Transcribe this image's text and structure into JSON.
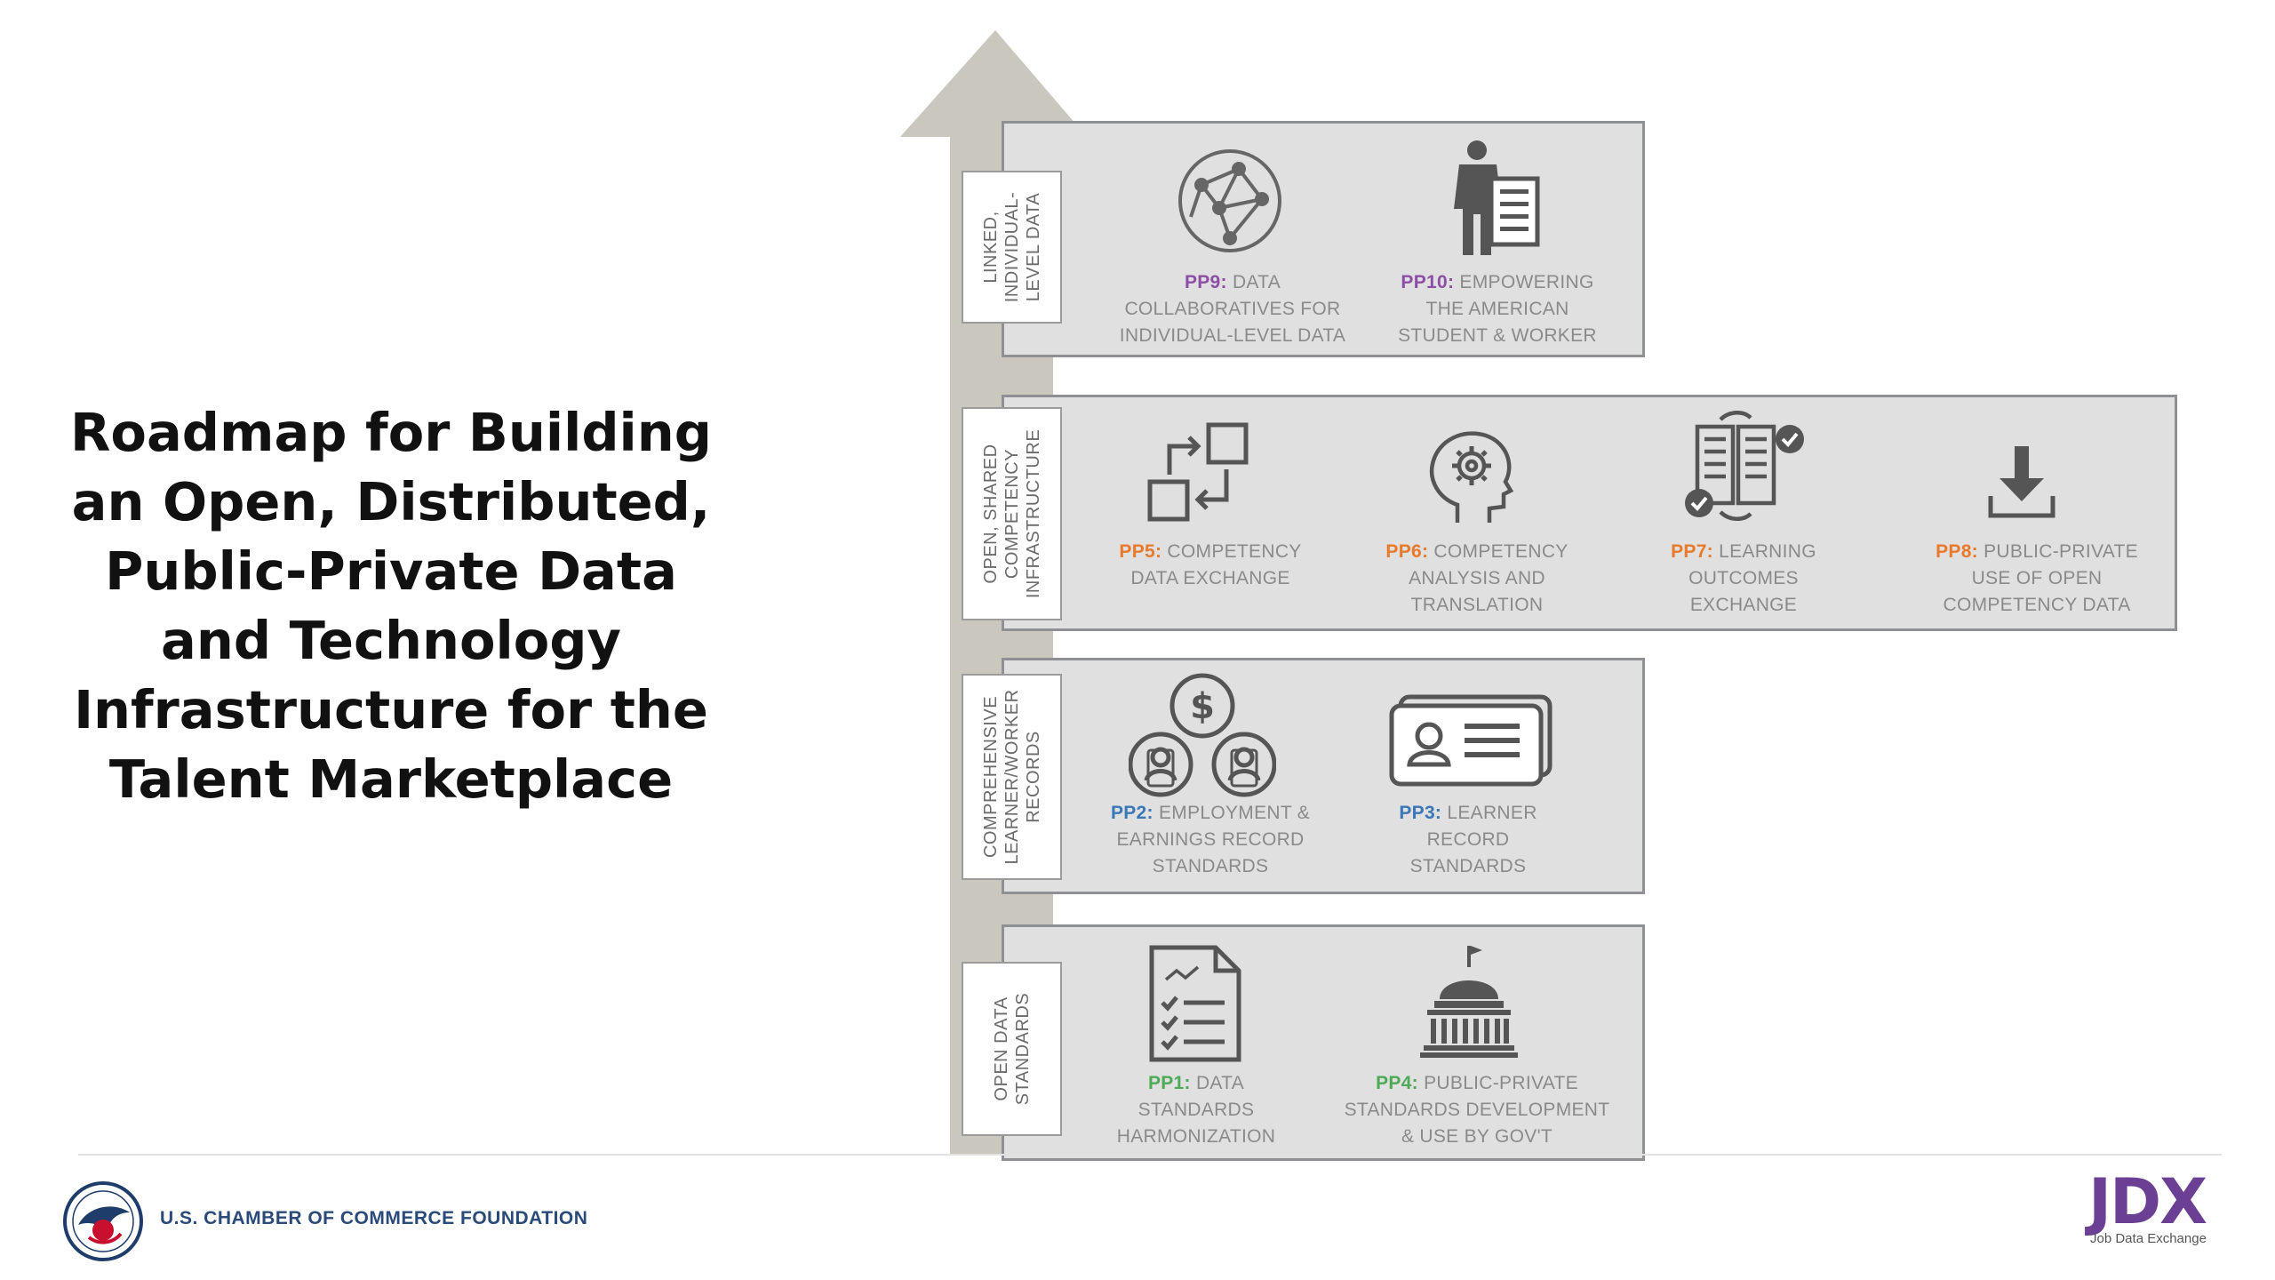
{
  "title_lines": [
    "Roadmap for Building",
    "an Open, Distributed,",
    "Public-Private Data",
    "and Technology",
    "Infrastructure for the",
    "Talent Marketplace"
  ],
  "colors": {
    "purple": "#8d4fa6",
    "orange": "#e97a2b",
    "blue": "#3b77b8",
    "green": "#4daa57",
    "panel_bg": "#e0e0e1",
    "arrow": "#c8c6bd"
  },
  "panels": [
    {
      "label": "LINKED, INDIVIDUAL-LEVEL DATA",
      "items": [
        {
          "code": "PP9:",
          "color": "purple",
          "icon": "network-globe-icon",
          "lines": [
            "DATA",
            "COLLABORATIVES FOR",
            "INDIVIDUAL-LEVEL DATA"
          ]
        },
        {
          "code": "PP10:",
          "color": "purple",
          "icon": "person-document-icon",
          "lines": [
            "EMPOWERING",
            "THE AMERICAN",
            "STUDENT & WORKER"
          ]
        }
      ]
    },
    {
      "label": "OPEN, SHARED COMPETENCY INFRASTRUCTURE",
      "items": [
        {
          "code": "PP5:",
          "color": "orange",
          "icon": "exchange-squares-icon",
          "lines": [
            "COMPETENCY",
            "DATA EXCHANGE"
          ]
        },
        {
          "code": "PP6:",
          "color": "orange",
          "icon": "head-gear-icon",
          "lines": [
            "COMPETENCY",
            "ANALYSIS AND",
            "TRANSLATION"
          ]
        },
        {
          "code": "PP7:",
          "color": "orange",
          "icon": "documents-check-icon",
          "lines": [
            "LEARNING",
            "OUTCOMES",
            "EXCHANGE"
          ]
        },
        {
          "code": "PP8:",
          "color": "orange",
          "icon": "download-icon",
          "lines": [
            "PUBLIC-PRIVATE",
            "USE OF OPEN",
            "COMPETENCY DATA"
          ]
        }
      ]
    },
    {
      "label": "COMPREHENSIVE LEARNER/WORKER RECORDS",
      "items": [
        {
          "code": "PP2:",
          "color": "blue",
          "icon": "earnings-people-icon",
          "lines": [
            "EMPLOYMENT &",
            "EARNINGS RECORD",
            "STANDARDS"
          ]
        },
        {
          "code": "PP3:",
          "color": "blue",
          "icon": "id-card-icon",
          "lines": [
            "LEARNER",
            "RECORD",
            "STANDARDS"
          ]
        }
      ]
    },
    {
      "label": "OPEN DATA STANDARDS",
      "items": [
        {
          "code": "PP1:",
          "color": "green",
          "icon": "checklist-document-icon",
          "lines": [
            "DATA",
            "STANDARDS",
            "HARMONIZATION"
          ]
        },
        {
          "code": "PP4:",
          "color": "green",
          "icon": "capitol-building-icon",
          "lines": [
            "PUBLIC-PRIVATE",
            "STANDARDS DEVELOPMENT",
            "& USE BY GOV'T"
          ]
        }
      ]
    }
  ],
  "footer": {
    "org_name": "U.S. CHAMBER OF COMMERCE FOUNDATION",
    "org_logo_icon": "chamber-eagle-seal-icon",
    "brand": "JDX",
    "brand_sub": "Job Data Exchange"
  }
}
